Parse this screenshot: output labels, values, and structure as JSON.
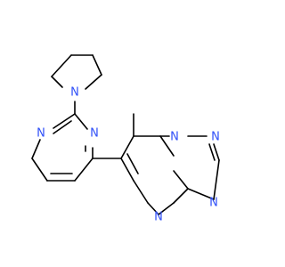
{
  "molecule": {
    "atom_color": "#3050F8",
    "bond_color": "#000000",
    "background": "#ffffff",
    "labels": {
      "n_pyrrolidine": "N",
      "n_pyrimidine_1": "N",
      "n_pyrimidine_2": "N",
      "n_triazole_1": "N",
      "n_triazole_2": "N",
      "n_triazole_3": "N",
      "n_pyrimidine_bottom": "N"
    }
  }
}
